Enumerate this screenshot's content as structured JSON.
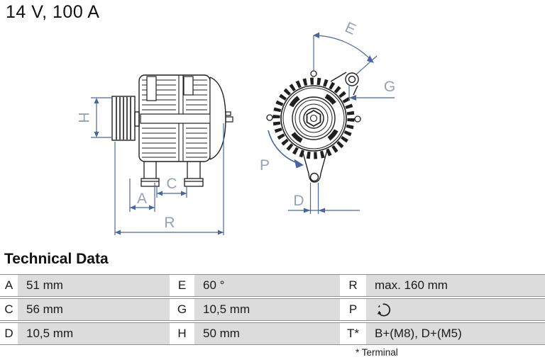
{
  "header": {
    "rating": "14 V, 100 A"
  },
  "drawing": {
    "dimension_labels": {
      "h": "H",
      "a": "A",
      "c": "C",
      "r": "R",
      "e": "E",
      "g": "G",
      "p": "P",
      "d": "D"
    },
    "colors": {
      "outline": "#1f1f1f",
      "dimension_line": "#4a66a0",
      "dimension_label": "#97a1b4"
    },
    "icons": {
      "rotation_direction": "counterclockwise-rotation-icon"
    }
  },
  "technical_data": {
    "heading": "Technical Data",
    "rows": [
      {
        "cells": [
          {
            "key": "A",
            "value": "51 mm"
          },
          {
            "key": "E",
            "value": "60 °"
          },
          {
            "key": "R",
            "value": "max. 160 mm"
          }
        ]
      },
      {
        "cells": [
          {
            "key": "C",
            "value": "56 mm"
          },
          {
            "key": "G",
            "value": "10,5 mm"
          },
          {
            "key": "P",
            "value": "",
            "icon": "rotation-ccw-icon"
          }
        ]
      },
      {
        "cells": [
          {
            "key": "D",
            "value": "10,5 mm"
          },
          {
            "key": "H",
            "value": "50 mm"
          },
          {
            "key": "T*",
            "value": "B+(M8), D+(M5)"
          }
        ]
      }
    ],
    "footnote": "* Terminal"
  }
}
